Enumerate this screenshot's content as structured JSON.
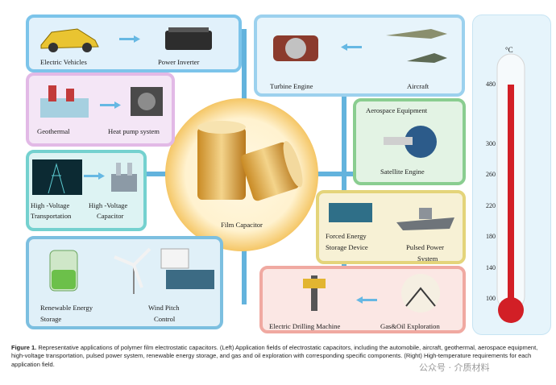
{
  "figure": {
    "center": {
      "label": "Film Capacitor"
    },
    "panels": {
      "ev": {
        "left": "Electric Vehicles",
        "right": "Power Inverter"
      },
      "geo": {
        "left": "Geothermal",
        "right": "Heat pump system"
      },
      "hv": {
        "left_line1": "High -Voltage",
        "left_line2": "Transportation",
        "right_line1": "High -Voltage",
        "right_line2": "Capacitor"
      },
      "ren": {
        "left_line1": "Renewable Energy",
        "left_line2": "Storage",
        "right_line1": "Wind Pitch",
        "right_line2": "Control"
      },
      "turb": {
        "left": "Turbine Engine",
        "right": "Aircraft"
      },
      "aero": {
        "top": "Aerospace Equipment",
        "bottom": "Satellite Engine"
      },
      "forced": {
        "left_line1": "Forced Energy",
        "left_line2": "Storage Device",
        "right_line1": "Pulsed Power",
        "right_line2": "System"
      },
      "drill": {
        "left": "Electric Drilling Machine",
        "right": "Gas&Oil Exploration"
      }
    },
    "thermometer": {
      "unit": "°C",
      "ticks": [
        "480",
        "300",
        "260",
        "220",
        "180",
        "140",
        "100"
      ],
      "tick_values": [
        480,
        300,
        260,
        220,
        180,
        140,
        100
      ]
    },
    "colors": {
      "connector": "#63b3dd",
      "thermo_red": "#d21f26"
    }
  },
  "caption": {
    "label": "Figure 1.",
    "text": "  Representative applications of polymer film electrostatic capacitors. (Left) Application fields of electrostatic capacitors, including the automobile, aircraft, geothermal, aerospace equipment, high-voltage transportation, pulsed power system, renewable energy storage, and gas and oil exploration with corresponding specific components. (Right) High-temperature requirements for each application field."
  },
  "watermark": "公众号 · 介质材料"
}
